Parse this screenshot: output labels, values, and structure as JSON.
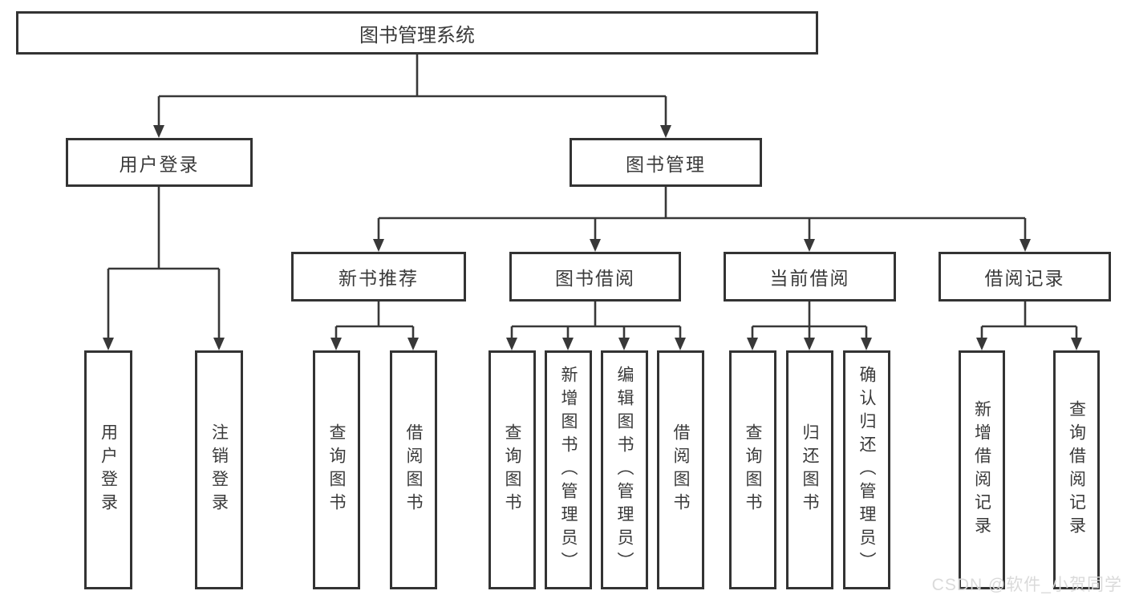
{
  "diagram": {
    "title": "图书管理系统",
    "root": {
      "label": "图书管理系统"
    },
    "level2": [
      {
        "id": "user-login",
        "label": "用户登录"
      },
      {
        "id": "book-management",
        "label": "图书管理"
      }
    ],
    "level3": [
      {
        "id": "new-book-recommendation",
        "label": "新书推荐",
        "parent": "book-management"
      },
      {
        "id": "book-borrowing",
        "label": "图书借阅",
        "parent": "book-management"
      },
      {
        "id": "current-borrowing",
        "label": "当前借阅",
        "parent": "book-management"
      },
      {
        "id": "borrowing-records",
        "label": "借阅记录",
        "parent": "book-management"
      }
    ],
    "leaves": [
      {
        "parent": "user-login",
        "label": "用户登录"
      },
      {
        "parent": "user-login",
        "label": "注销登录"
      },
      {
        "parent": "new-book-recommendation",
        "label": "查询图书"
      },
      {
        "parent": "new-book-recommendation",
        "label": "借阅图书"
      },
      {
        "parent": "book-borrowing",
        "label": "查询图书"
      },
      {
        "parent": "book-borrowing",
        "label": "新增图书（管理员）"
      },
      {
        "parent": "book-borrowing",
        "label": "编辑图书（管理员）"
      },
      {
        "parent": "book-borrowing",
        "label": "借阅图书"
      },
      {
        "parent": "current-borrowing",
        "label": "查询图书"
      },
      {
        "parent": "current-borrowing",
        "label": "归还图书"
      },
      {
        "parent": "current-borrowing",
        "label": "确认归还（管理员）"
      },
      {
        "parent": "borrowing-records",
        "label": "新增借阅记录"
      },
      {
        "parent": "borrowing-records",
        "label": "查询借阅记录"
      }
    ]
  },
  "watermark": {
    "text": "CSDN @软件_小贺同学"
  },
  "colors": {
    "line": "#383838",
    "box_border": "#333333",
    "box_fill": "#ffffff",
    "text": "#3a3a3a",
    "watermark": "#d8d8d8",
    "background": "#ffffff"
  }
}
